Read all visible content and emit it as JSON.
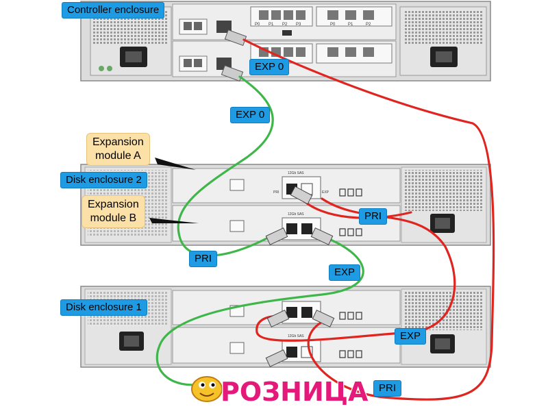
{
  "labels": {
    "controller_enclosure": "Controller enclosure",
    "expansion_module_a": "Expansion module A",
    "expansion_module_a_line1": "Expansion",
    "expansion_module_a_line2": "module A",
    "disk_enclosure_2": "Disk enclosure 2",
    "expansion_module_b_line1": "Expansion",
    "expansion_module_b_line2": "module B",
    "disk_enclosure_1": "Disk enclosure 1",
    "exp0_top": "EXP 0",
    "exp0_mid": "EXP 0",
    "pri_upper": "PRI",
    "pri_lower_left": "PRI",
    "exp_mid": "EXP",
    "exp_lower": "EXP",
    "pri_bottom": "PRI"
  },
  "port_text": {
    "exp": "EXP",
    "pri": "PRI",
    "sas": "12Gb SAS",
    "p0": "P0",
    "p1": "P1",
    "p2": "P2",
    "p3": "P3"
  },
  "watermark": {
    "text": "РОЗНИЦА"
  },
  "colors": {
    "green_cable": "#3fb64a",
    "red_cable": "#e0241f",
    "label_blue": "#1e9be3",
    "label_tan": "#fbe0a8",
    "chassis": "#d9d9d9"
  }
}
